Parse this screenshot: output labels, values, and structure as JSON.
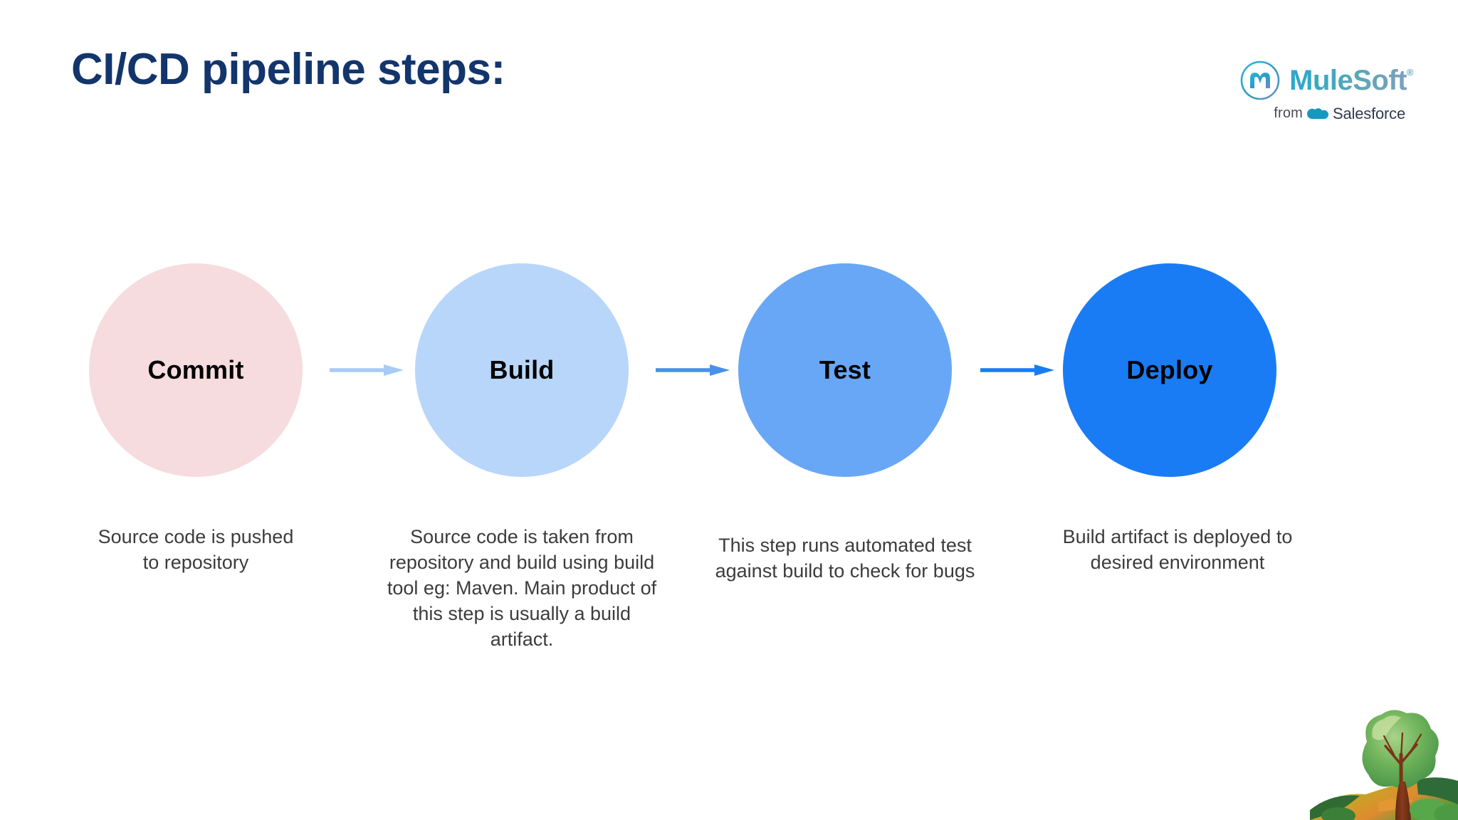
{
  "slide": {
    "title": "CI/CD pipeline steps:",
    "background_color": "#FFFFFF",
    "title_color": "#12356B"
  },
  "logo": {
    "name": "MuleSoft",
    "registered_mark": "®",
    "tagline_prefix": "from",
    "tagline_brand": "Salesforce",
    "mark_icon": "mulesoft-m-icon",
    "cloud_icon": "salesforce-cloud-icon",
    "word_color": "#2CA8CE",
    "tagline_color": "#2F3B52"
  },
  "chart_data": {
    "type": "diagram",
    "title": "CI/CD pipeline steps:",
    "layout": "horizontal-flow",
    "steps": [
      {
        "label": "Commit",
        "color": "#F6DCDE",
        "caption": "Source code is pushed to repository"
      },
      {
        "label": "Build",
        "color": "#B8D6FA",
        "caption": "Source code is taken from repository and build using build tool eg: Maven. Main product of this step is usually a build artifact."
      },
      {
        "label": "Test",
        "color": "#68A7F5",
        "caption": "This step runs automated test against build to check for bugs"
      },
      {
        "label": "Deploy",
        "color": "#1A7CF5",
        "caption": "Build artifact is deployed to desired environment"
      }
    ],
    "connectors": [
      {
        "from": "Commit",
        "to": "Build",
        "color": "#A8CBF5",
        "icon": "arrow-right-icon"
      },
      {
        "from": "Build",
        "to": "Test",
        "color": "#4A90E8",
        "icon": "arrow-right-icon"
      },
      {
        "from": "Test",
        "to": "Deploy",
        "color": "#1A7CF5",
        "icon": "arrow-right-icon"
      }
    ],
    "label_color": "#000000",
    "caption_color": "#3C3C3C"
  },
  "decoration": {
    "tree_icon": "tree-on-hill-illustration"
  }
}
